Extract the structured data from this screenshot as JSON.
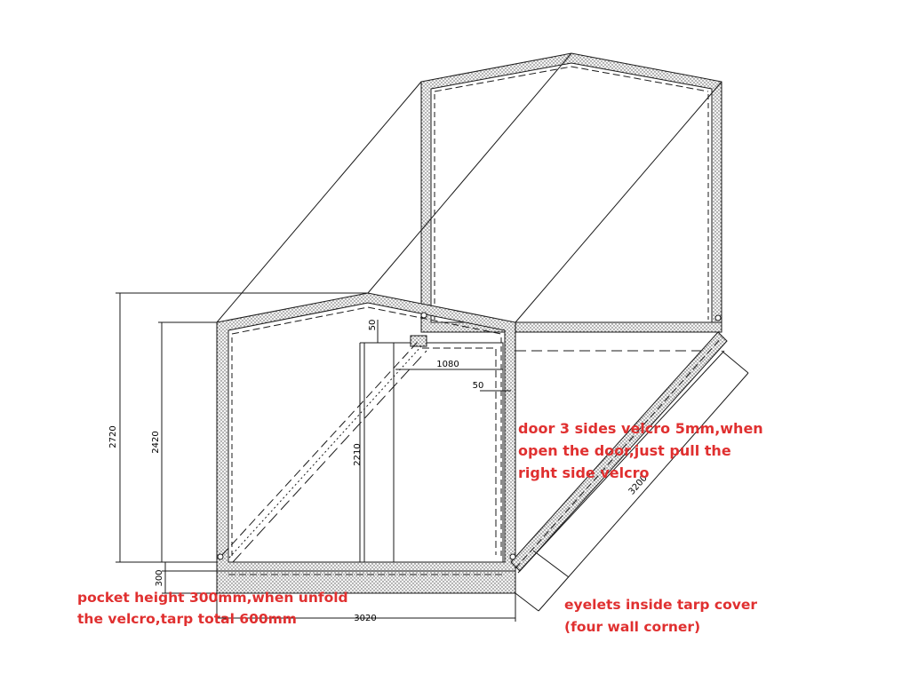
{
  "dimensions": {
    "total_height": "2720",
    "wall_height": "2420",
    "door_height": "2210",
    "door_width": "1080",
    "door_top_gap": "50",
    "door_side_gap": "50",
    "pocket_height": "300",
    "width": "3020",
    "length": "3200"
  },
  "notes": {
    "door_velcro": [
      "door 3 sides velcro 5mm,when",
      "open the door,just pull the",
      "right side velcro"
    ],
    "pocket": [
      "pocket height 300mm,when unfold",
      "the velcro,tarp total 600mm"
    ],
    "eyelets": [
      "eyelets inside tarp cover",
      "(four wall corner)"
    ]
  },
  "colors": {
    "line": "#1a1a1a",
    "frame_fill": "#f4f4f4",
    "dots": "#555555",
    "note_text": "#e03030"
  }
}
